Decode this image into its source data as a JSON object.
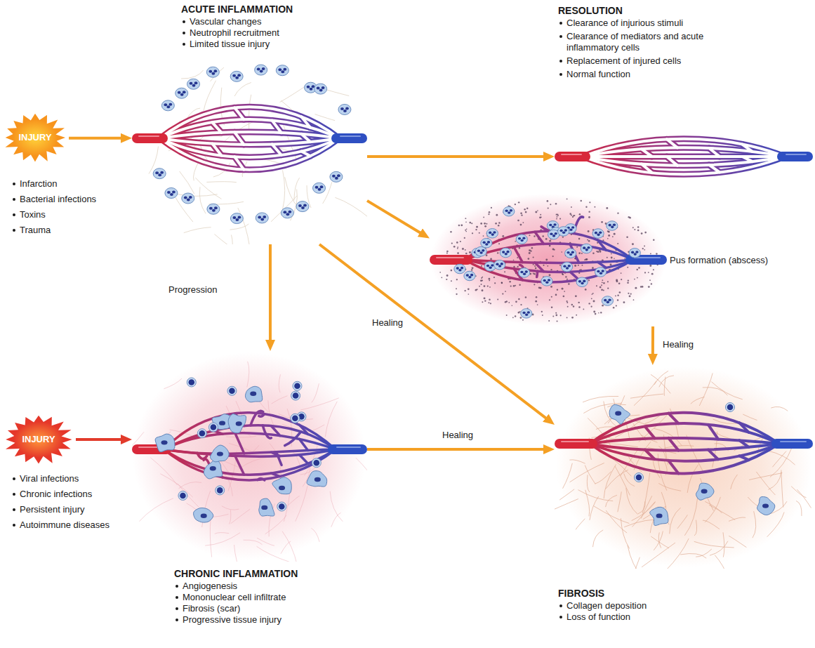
{
  "diagram": {
    "nodes": [
      {
        "text": [
          "INJURY",
          "Infarction",
          "Bacterial infections",
          "Toxins",
          "Trauma"
        ]
      },
      {
        "text": [
          "ACUTE INFLAMMATION",
          "Vascular changes",
          "Neutrophil recruitment",
          "Limited tissue injury"
        ]
      },
      {
        "text": [
          "RESOLUTION",
          "Clearance of injurious stimuli",
          "Clearance of mediators and acute inflammatory cells",
          "Replacement of injured cells",
          "Normal function"
        ]
      },
      {
        "text": [
          "Pus formation (abscess)"
        ]
      },
      {
        "text": [
          "INJURY",
          "Viral infections",
          "Chronic infections",
          "Persistent injury",
          "Autoimmune diseases"
        ]
      },
      {
        "text": [
          "CHRONIC INFLAMMATION",
          "Angiogenesis",
          "Mononuclear cell infiltrate",
          "Fibrosis (scar)",
          "Progressive tissue injury"
        ]
      },
      {
        "text": [
          "FIBROSIS",
          "Collagen deposition",
          "Loss of function"
        ]
      }
    ],
    "edges": [
      {
        "from": 0,
        "to": 1,
        "arrow": "to"
      },
      {
        "from": 1,
        "to": 2,
        "arrow": "to"
      },
      {
        "from": 1,
        "to": 3,
        "arrow": "to"
      },
      {
        "from": 1,
        "to": 5,
        "label": "Progression",
        "arrow": "to"
      },
      {
        "from": 1,
        "to": 6,
        "label": "Healing",
        "arrow": "to"
      },
      {
        "from": 3,
        "to": 6,
        "label": "Healing",
        "arrow": "to"
      },
      {
        "from": 4,
        "to": 5,
        "arrow": "to"
      },
      {
        "from": 5,
        "to": 6,
        "label": "Healing",
        "arrow": "to"
      }
    ]
  }
}
